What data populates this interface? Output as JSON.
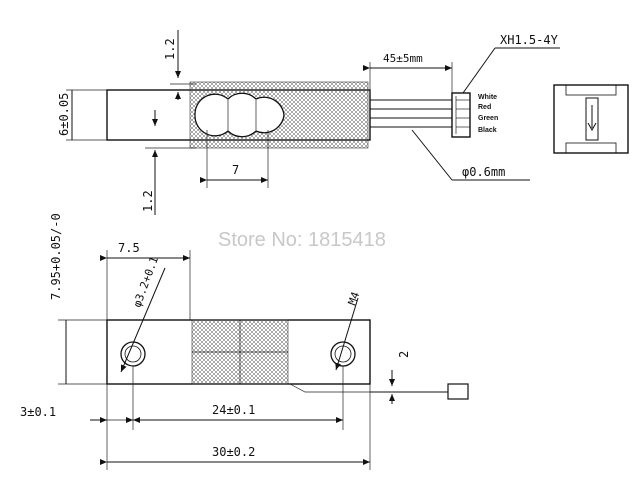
{
  "top_view": {
    "connector_label": "XH1.5-4Y",
    "cable_length": "45±5mm",
    "wire_diameter": "φ0.6mm",
    "height_label": "6±0.05",
    "gap_top": "1.2",
    "gap_bottom": "1.2",
    "hole_span": "7",
    "wires": [
      "White",
      "Red",
      "Green",
      "Black"
    ]
  },
  "bottom_view": {
    "height_label": "7.95+0.05/-0",
    "edge_offset_small": "7.5",
    "hole_diameter": "φ3.2+0.1",
    "thread": "M4",
    "side_gap": "2",
    "end_offset": "3±0.1",
    "hole_spacing": "24±0.1",
    "total_length": "30±0.2"
  },
  "watermark": "Store No: 1815418",
  "colors": {
    "line": "#111111",
    "hatch": "#555555",
    "watermark": "#c8c8c8"
  },
  "icons": {
    "arrow": "down-arrow-icon"
  }
}
